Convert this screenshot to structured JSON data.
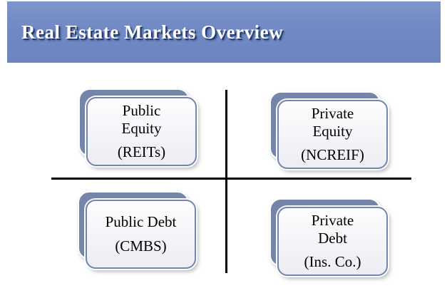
{
  "slide": {
    "title": "Real Estate Markets Overview"
  },
  "quadrants": {
    "top_left": {
      "name": "Public\nEquity",
      "sub": "(REITs)"
    },
    "top_right": {
      "name": "Private\nEquity",
      "sub": "(NCREIF)"
    },
    "bottom_left": {
      "name": "Public Debt",
      "sub": "(CMBS)"
    },
    "bottom_right": {
      "name": "Private\nDebt",
      "sub": "(Ins. Co.)"
    }
  },
  "colors": {
    "page_background": "#ffffff",
    "header_background": "#7189c4",
    "header_background_top": "#7e94cc",
    "header_background_bottom": "#6c85c0",
    "title_text": "#ffffff",
    "title_shadow": "#22386b",
    "card_back_fill": "#7485a9",
    "card_front_border": "#7386ad",
    "card_front_fill": "#f1f2f6",
    "card_text": "#000000",
    "axis_line": "#000000"
  }
}
